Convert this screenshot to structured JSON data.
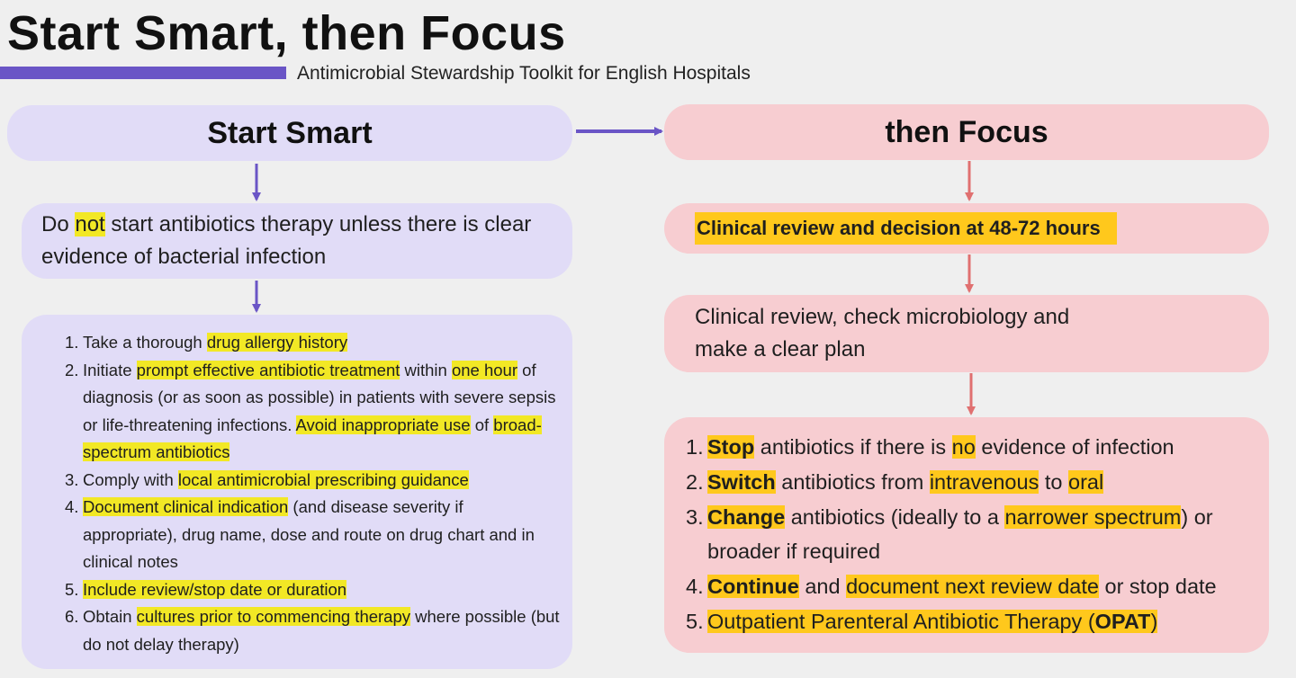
{
  "header": {
    "title": "Start Smart, then Focus",
    "subtitle": "Antimicrobial Stewardship Toolkit for English Hospitals"
  },
  "colors": {
    "accent_purple": "#6a55c6",
    "arrow_red": "#e07070",
    "box_purple": "#e1dcf7",
    "box_pink": "#f7cdd1",
    "highlight_yellow": "#f2e825",
    "highlight_orange": "#ffc81c"
  },
  "left": {
    "heading": "Start Smart",
    "intro": {
      "t1": "Do ",
      "h1": "not",
      "t2": " start antibiotics therapy unless there is clear evidence of bacterial infection"
    },
    "items": [
      {
        "num": "1.",
        "t1": "Take a thorough ",
        "h1": "drug allergy history"
      },
      {
        "num": "2.",
        "t1": "Initiate ",
        "h1": "prompt effective antibiotic treatment",
        "t2": " within ",
        "h2": "one hour",
        "t3": " of diagnosis (or as soon as possible) in patients with severe sepsis or life-threatening infections. ",
        "h3": "Avoid inappropriate use",
        "t4": " of ",
        "h4": "broad-spectrum antibiotics"
      },
      {
        "num": "3.",
        "t1": "Comply with ",
        "h1": "local antimicrobial prescribing guidance"
      },
      {
        "num": "4.",
        "h1": "Document clinical indication",
        "t1": " (and disease severity if appropriate), drug name, dose and route on drug chart and in clinical notes"
      },
      {
        "num": "5.",
        "h1": "Include review/stop date or duration"
      },
      {
        "num": "6.",
        "t1": "Obtain ",
        "h1": "cultures prior to commencing therapy",
        "t2": " where possible (but do not delay therapy)"
      }
    ]
  },
  "right": {
    "heading": "then Focus",
    "review": "Clinical review and decision at 48-72 hours",
    "plan": "Clinical review, check microbiology and make a clear plan",
    "items": [
      {
        "num": "1.",
        "b1": "Stop",
        "t1": " antibiotics if there is ",
        "h1": "no",
        "t2": " evidence of infection"
      },
      {
        "num": "2.",
        "b1": "Switch",
        "t1": " antibiotics from ",
        "h1": "intravenous",
        "t2": " to ",
        "h2": "oral"
      },
      {
        "num": "3.",
        "b1": "Change",
        "t1": " antibiotics (ideally to a ",
        "h1": "narrower spectrum",
        "t2": ") or broader if required"
      },
      {
        "num": "4.",
        "b1": "Continue",
        "t1": " and ",
        "h1": "document next review date",
        "t2": " or stop date"
      },
      {
        "num": "5.",
        "h1": "Outpatient Parenteral Antibiotic Therapy (",
        "b1": "OPAT",
        "h2": ")"
      }
    ]
  }
}
